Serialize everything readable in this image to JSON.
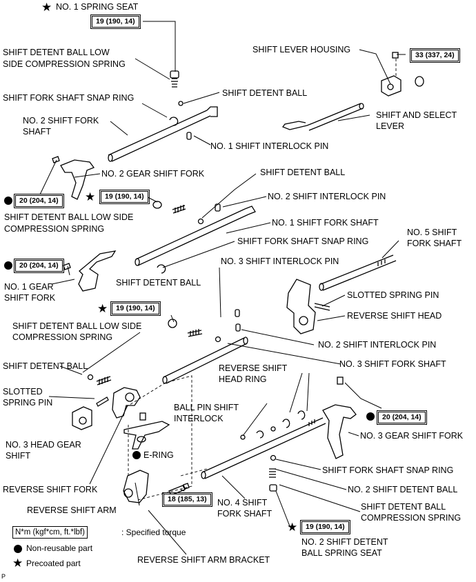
{
  "labels": {
    "no1_spring_seat": "NO. 1 SPRING SEAT",
    "detent_spring_low_1a": "SHIFT DETENT BALL LOW",
    "detent_spring_low_1b": "SIDE COMPRESSION SPRING",
    "snap_ring_1": "SHIFT FORK SHAFT SNAP RING",
    "detent_ball_1": "SHIFT DETENT BALL",
    "no2_fork_shaft_a": "NO. 2 SHIFT FORK",
    "no2_fork_shaft_b": "SHAFT",
    "no1_interlock_pin": "NO. 1 SHIFT INTERLOCK PIN",
    "lever_housing": "SHIFT LEVER HOUSING",
    "shift_select_lever_a": "SHIFT AND SELECT",
    "shift_select_lever_b": "LEVER",
    "no2_gear_fork": "NO. 2 GEAR SHIFT FORK",
    "detent_ball_2": "SHIFT DETENT BALL",
    "no2_interlock_pin_1": "NO. 2 SHIFT INTERLOCK PIN",
    "detent_spring_low_2a": "SHIFT DETENT BALL LOW SIDE",
    "detent_spring_low_2b": "COMPRESSION SPRING",
    "no1_fork_shaft": "NO. 1 SHIFT FORK SHAFT",
    "no5_fork_shaft_a": "NO. 5 SHIFT",
    "no5_fork_shaft_b": "FORK SHAFT",
    "snap_ring_2": "SHIFT FORK SHAFT SNAP RING",
    "no3_interlock_pin": "NO. 3 SHIFT INTERLOCK PIN",
    "no1_gear_fork_a": "NO. 1 GEAR",
    "no1_gear_fork_b": "SHIFT FORK",
    "detent_ball_3": "SHIFT DETENT BALL",
    "slotted_pin_1": "SLOTTED SPRING PIN",
    "reverse_shift_head": "REVERSE SHIFT HEAD",
    "detent_spring_low_3a": "SHIFT DETENT BALL LOW SIDE",
    "detent_spring_low_3b": "COMPRESSION SPRING",
    "no2_interlock_pin_2": "NO. 2 SHIFT INTERLOCK PIN",
    "detent_ball_4": "SHIFT DETENT BALL",
    "no3_fork_shaft": "NO. 3 SHIFT FORK SHAFT",
    "reverse_head_ring_a": "REVERSE SHIFT",
    "reverse_head_ring_b": "HEAD RING",
    "slotted_pin_2a": "SLOTTED",
    "slotted_pin_2b": "SPRING PIN",
    "ball_pin_a": "BALL PIN SHIFT",
    "ball_pin_b": "INTERLOCK",
    "no3_head_gear_a": "NO. 3 HEAD GEAR",
    "no3_head_gear_b": "SHIFT",
    "no3_gear_fork": "NO. 3 GEAR SHIFT FORK",
    "e_ring": "E-RING",
    "snap_ring_3": "SHIFT FORK SHAFT SNAP RING",
    "reverse_shift_fork": "REVERSE SHIFT FORK",
    "no2_detent_ball": "NO. 2 SHIFT DETENT BALL",
    "reverse_shift_arm": "REVERSE SHIFT ARM",
    "no4_fork_shaft_a": "NO. 4 SHIFT",
    "no4_fork_shaft_b": "FORK SHAFT",
    "detent_comp_spring_a": "SHIFT DETENT BALL",
    "detent_comp_spring_b": "COMPRESSION SPRING",
    "no2_spring_seat_a": "NO. 2 SHIFT DETENT",
    "no2_spring_seat_b": "BALL SPRING SEAT",
    "reverse_arm_bracket": "REVERSE SHIFT ARM BRACKET",
    "page_code": "P"
  },
  "torques": {
    "t1": "19 (190, 14)",
    "t2": "33 (337, 24)",
    "t3": "20 (204, 14)",
    "t4": "19 (190, 14)",
    "t5": "20 (204, 14)",
    "t6": "19 (190, 14)",
    "t7": "20 (204, 14)",
    "t8": "18 (185, 13)",
    "t9": "19 (190, 14)"
  },
  "legend": {
    "torque_unit": "N*m (kgf*cm, ft.*lbf)",
    "torque_text": ": Specified torque",
    "non_reusable": "Non-reusable part",
    "precoated": "Precoated part"
  },
  "symbols": {
    "star": "★"
  }
}
